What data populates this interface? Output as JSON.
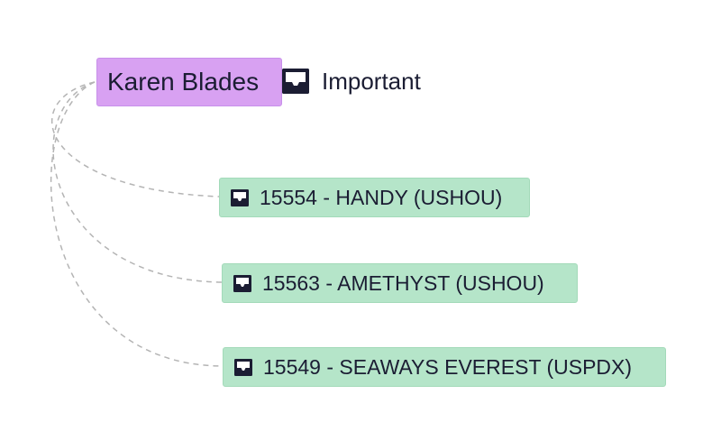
{
  "root": {
    "label": "Karen Blades"
  },
  "tag": {
    "label": "Important",
    "icon": "inbox-icon"
  },
  "children": [
    {
      "label": "15554 - HANDY (USHOU)",
      "icon": "inbox-icon"
    },
    {
      "label": "15563 - AMETHYST (USHOU)",
      "icon": "inbox-icon"
    },
    {
      "label": "15549 - SEAWAYS EVEREST (USPDX)",
      "icon": "inbox-icon"
    }
  ],
  "colors": {
    "root_bg": "#d8a1f2",
    "child_bg": "#b5e5c9",
    "text": "#1b1d33",
    "connector": "#b4b4b4"
  }
}
